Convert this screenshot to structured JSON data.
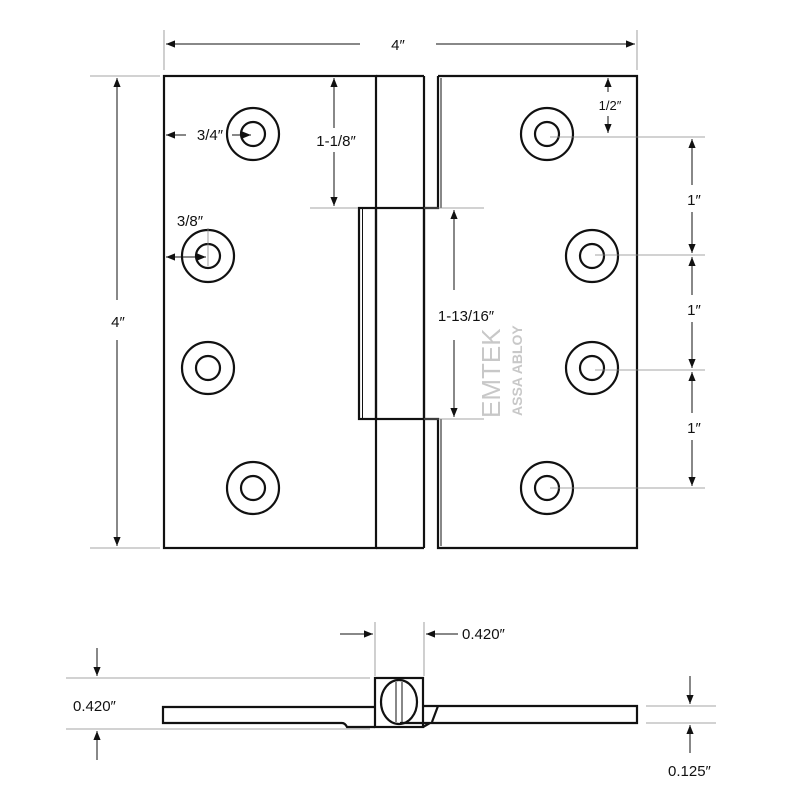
{
  "title": "Hinge dimension drawing",
  "dimensions": {
    "overall_width": "4″",
    "overall_height": "4″",
    "knuckle_top_segment": "1-1/8″",
    "top_hole_edge_offset": "3/4″",
    "second_hole_edge_offset": "3/8″",
    "center_knuckle_length": "1-13/16″",
    "top_hole_from_top": "1/2″",
    "hole_spacing_1": "1″",
    "hole_spacing_2": "1″",
    "hole_spacing_3": "1″",
    "barrel_width": "0.420″",
    "barrel_height": "0.420″",
    "leaf_thickness": "0.125″"
  },
  "logo": {
    "brand": "EMTEK",
    "sub": "ASSA ABLOY"
  },
  "colors": {
    "line": "#111111",
    "logo": "#c8c8c8"
  }
}
